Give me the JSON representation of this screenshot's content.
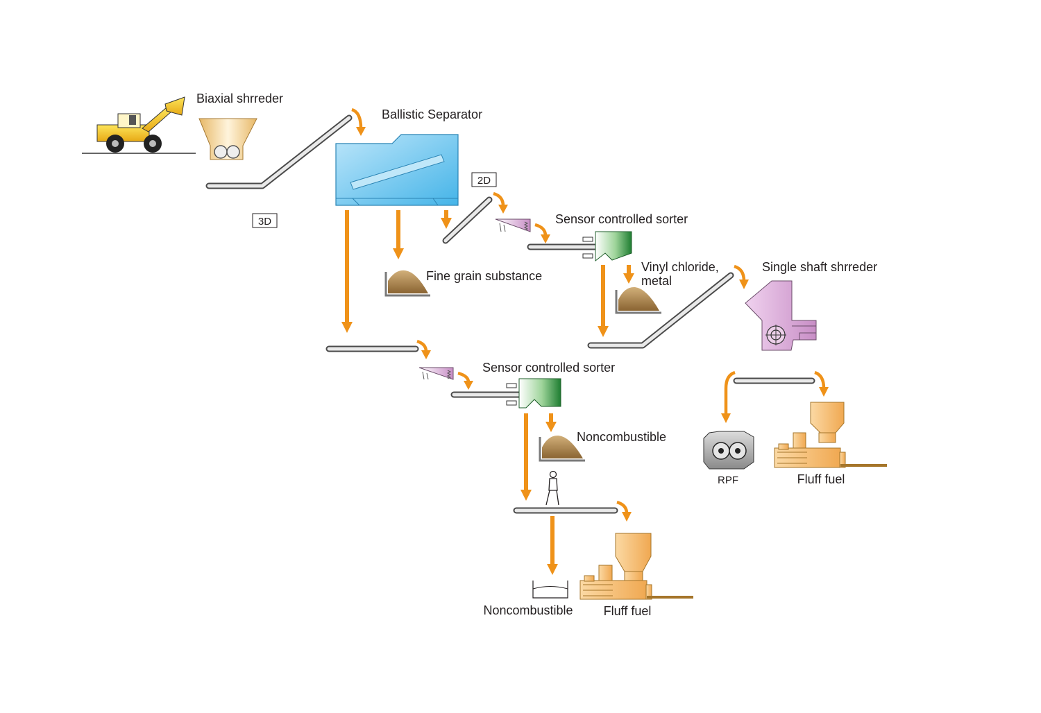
{
  "labels": {
    "biaxial_shredder": "Biaxial shrreder",
    "ballistic_separator": "Ballistic Separator",
    "tag_3d": "3D",
    "tag_2d": "2D",
    "sensor_sorter_1": "Sensor controlled sorter",
    "fine_grain": "Fine grain substance",
    "vinyl_line1": "Vinyl chloride,",
    "vinyl_line2": "metal",
    "single_shaft_shredder": "Single shaft shrreder",
    "sensor_sorter_2": "Sensor controlled sorter",
    "noncombustible_pile": "Noncombustible",
    "rpf": "RPF",
    "fluff_fuel_right": "Fluff fuel",
    "noncombustible_bin": "Noncombustible",
    "fluff_fuel_bottom": "Fluff fuel"
  },
  "colors": {
    "flow_arrow": "#ef9219",
    "loader": "#f2c417",
    "separator": "#62c3ec",
    "sorter_green": "#2f8f3f",
    "shredder_pink": "#d8a2d6",
    "material_brown": "#a27c45",
    "baler_orange": "#f5b765"
  }
}
